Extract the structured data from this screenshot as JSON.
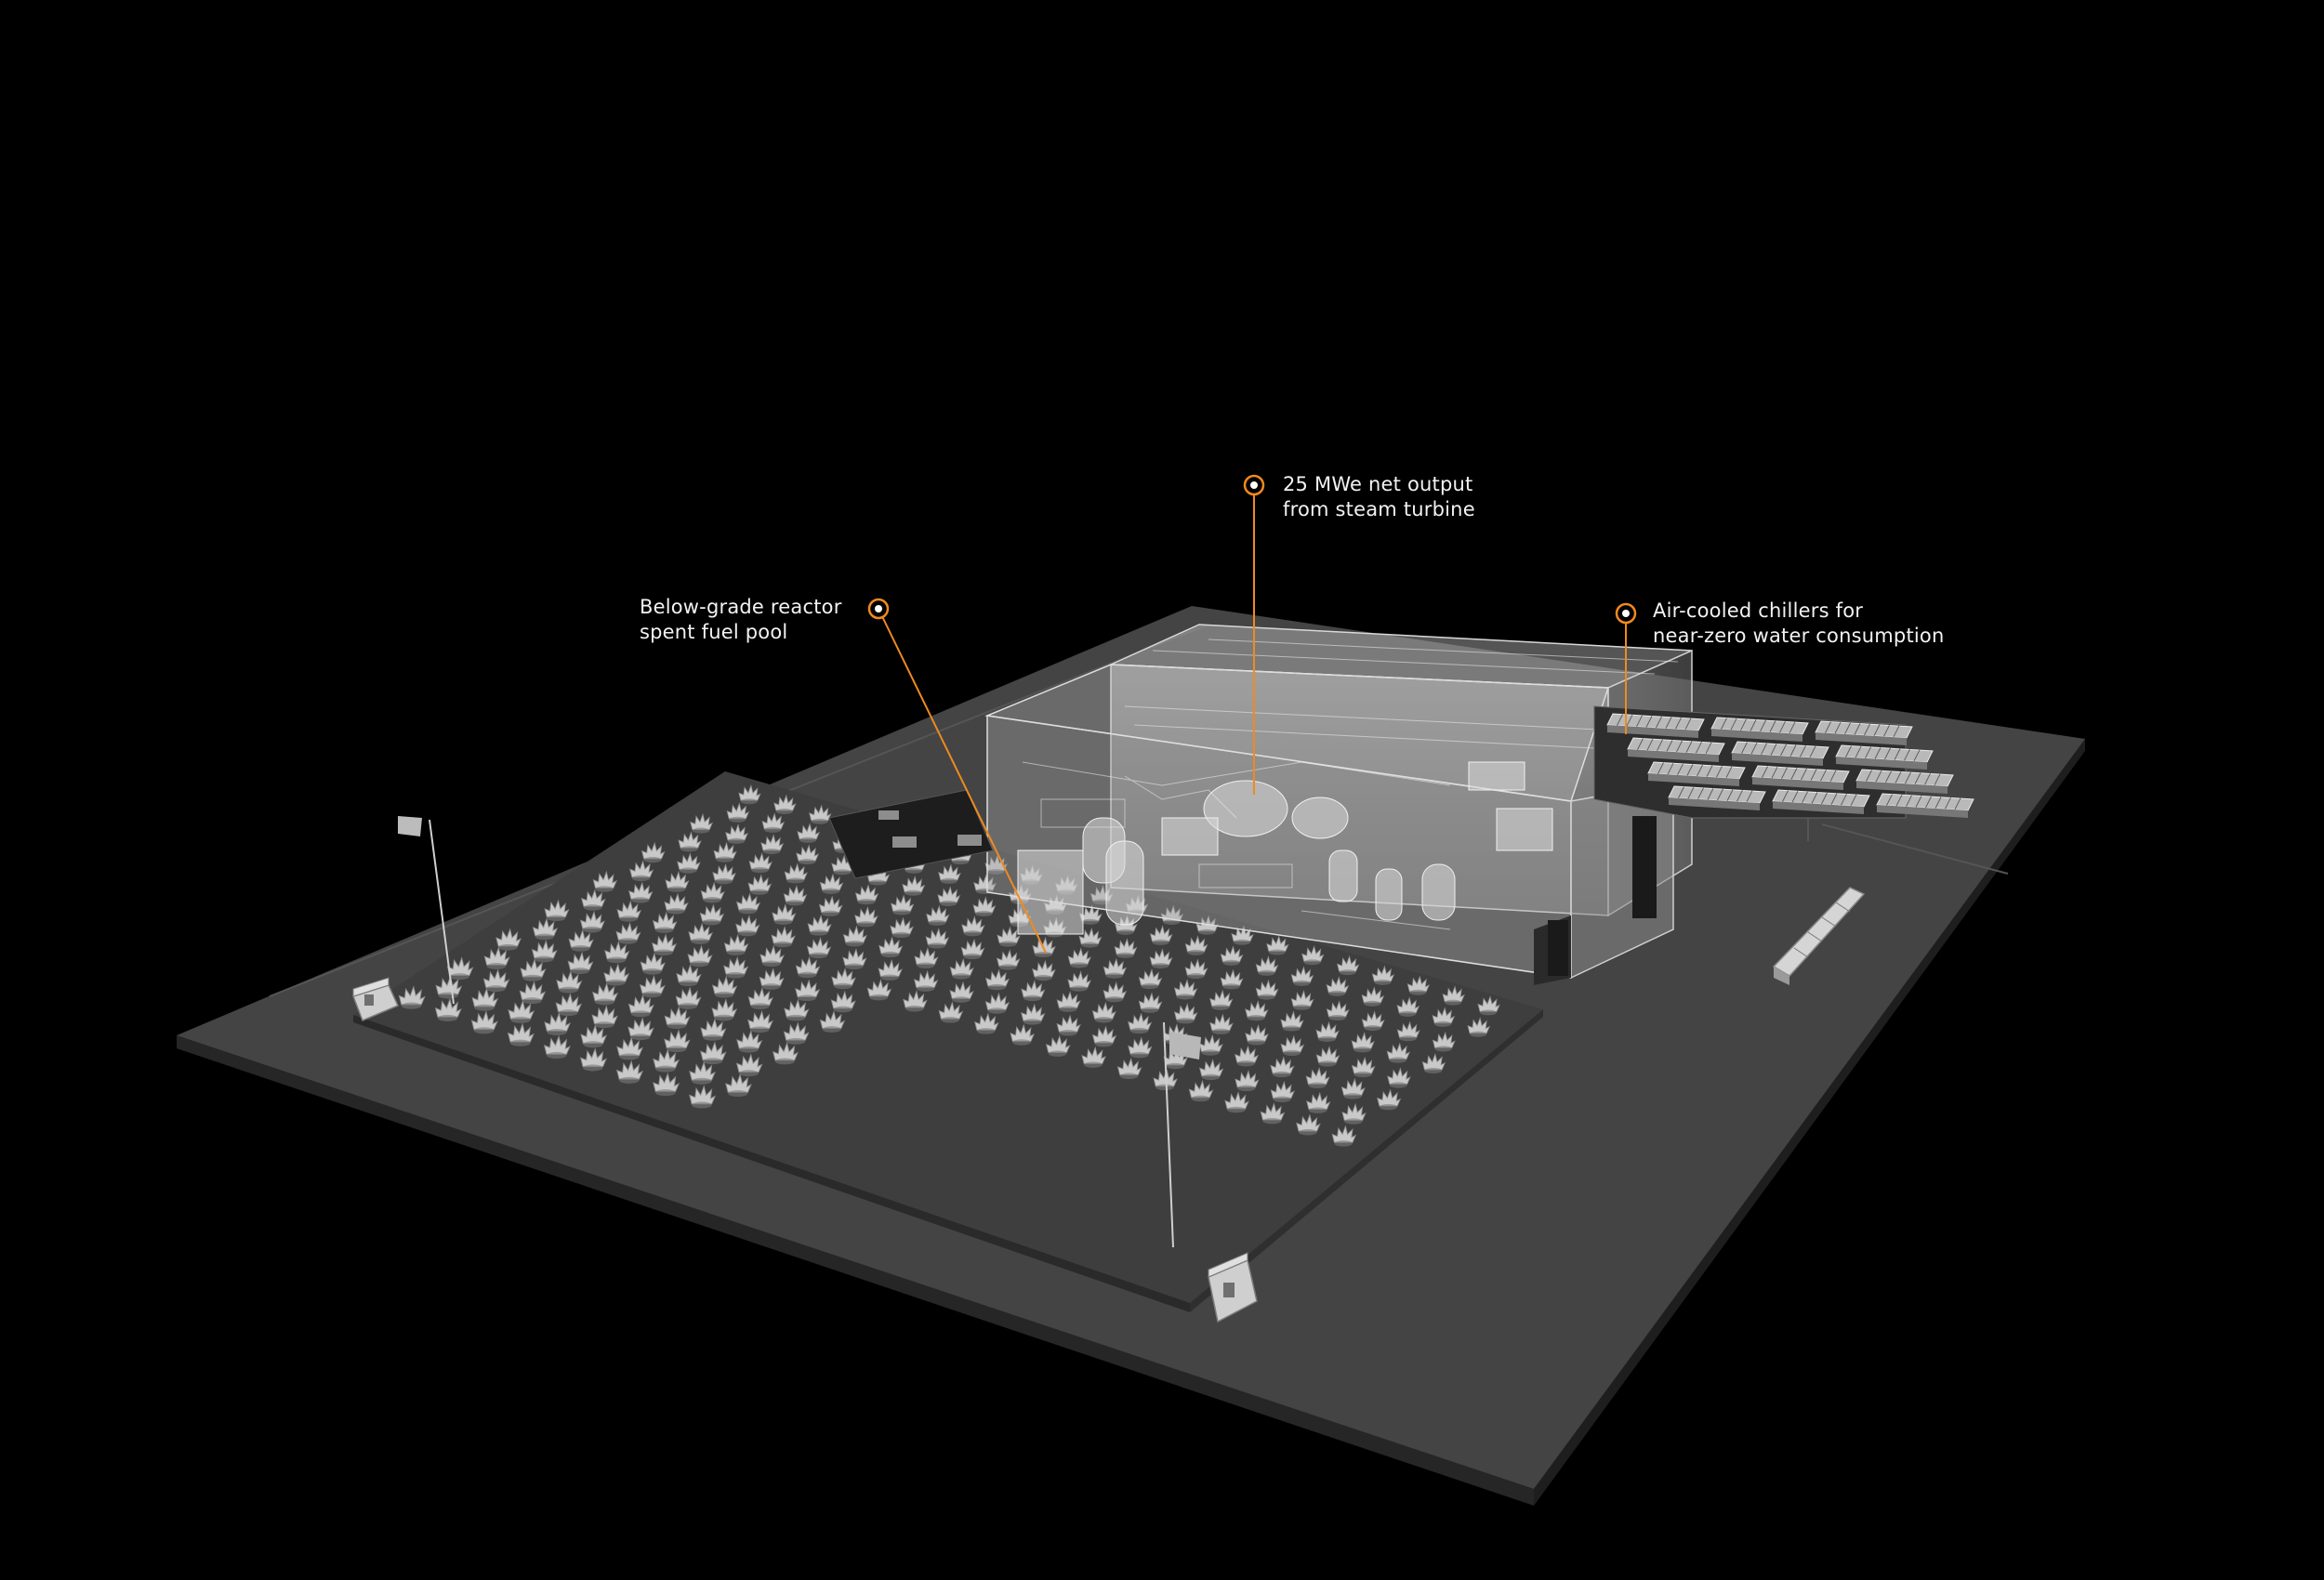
{
  "accent_color": "#f08a1e",
  "background_color": "#000000",
  "callouts": {
    "reactor": {
      "line1": "Below-grade reactor",
      "line2": "spent fuel pool"
    },
    "turbine": {
      "line1": "25 MWe net output",
      "line2": "from steam turbine"
    },
    "chillers": {
      "line1": "Air-cooled chillers for",
      "line2": "near-zero water consumption"
    }
  }
}
